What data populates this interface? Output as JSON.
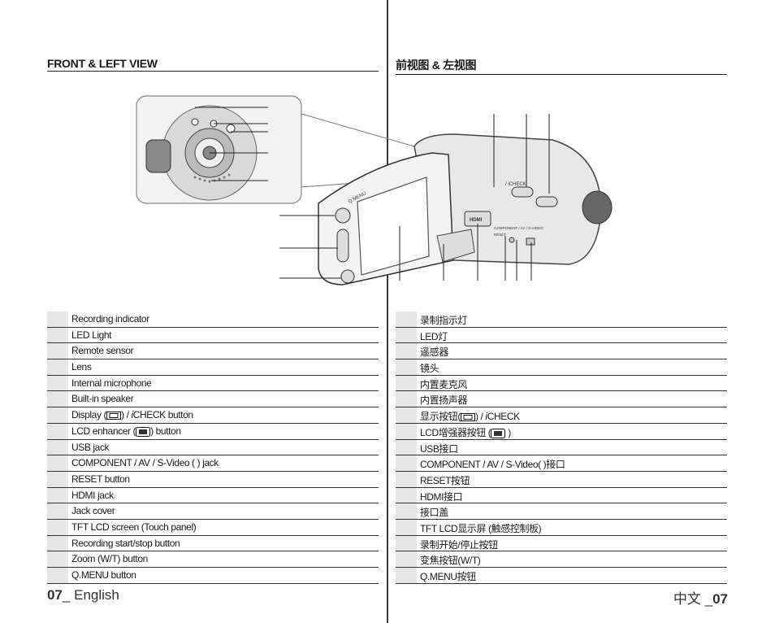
{
  "left": {
    "title": "FRONT & LEFT VIEW",
    "items": [
      "Recording indicator",
      "LED Light",
      "Remote sensor",
      "Lens",
      "Internal microphone",
      "Built-in speaker",
      "Display (",
      "LCD enhancer (",
      "USB jack",
      "COMPONENT / AV / S-Video (    ) jack",
      "RESET button",
      "HDMI jack",
      "Jack cover",
      "TFT LCD screen (Touch panel)",
      "Recording start/stop button",
      "Zoom (W/T) button",
      "Q.MENU button"
    ],
    "display_suffix": ") / ",
    "icheck": "CHECK button",
    "icheck_i": "i",
    "lcd_suffix": ") button"
  },
  "right": {
    "title": "前视图 & 左视图",
    "items": [
      "录制指示灯",
      "LED灯",
      "遥感器",
      "镜头",
      "内置麦克风",
      "内置扬声器",
      "显示按钮(",
      "LCD增强器按钮 (",
      "USB接口",
      "COMPONENT / AV / S-Video(    )接口",
      "RESET按钮",
      "HDMI接口",
      "接口盖",
      "TFT LCD显示屏 (触感控制板)",
      "录制开始/停止按钮",
      "变焦按钮(W/T)",
      "Q.MENU按钮"
    ],
    "display_suffix": ") / ",
    "icheck": "CHECK",
    "icheck_i": "i",
    "lcd_suffix": " )"
  },
  "camera_labels": {
    "qmenu": "Q.MENU",
    "icheck": "/ iCHECK",
    "hdmi": "HDMI",
    "component": "COMPONENT / AV / S-VIDEO",
    "reset": "RESET"
  },
  "footer": {
    "left_page": "07",
    "left_lang": "_ English",
    "right_lang": "中文 _",
    "right_page": "07"
  }
}
